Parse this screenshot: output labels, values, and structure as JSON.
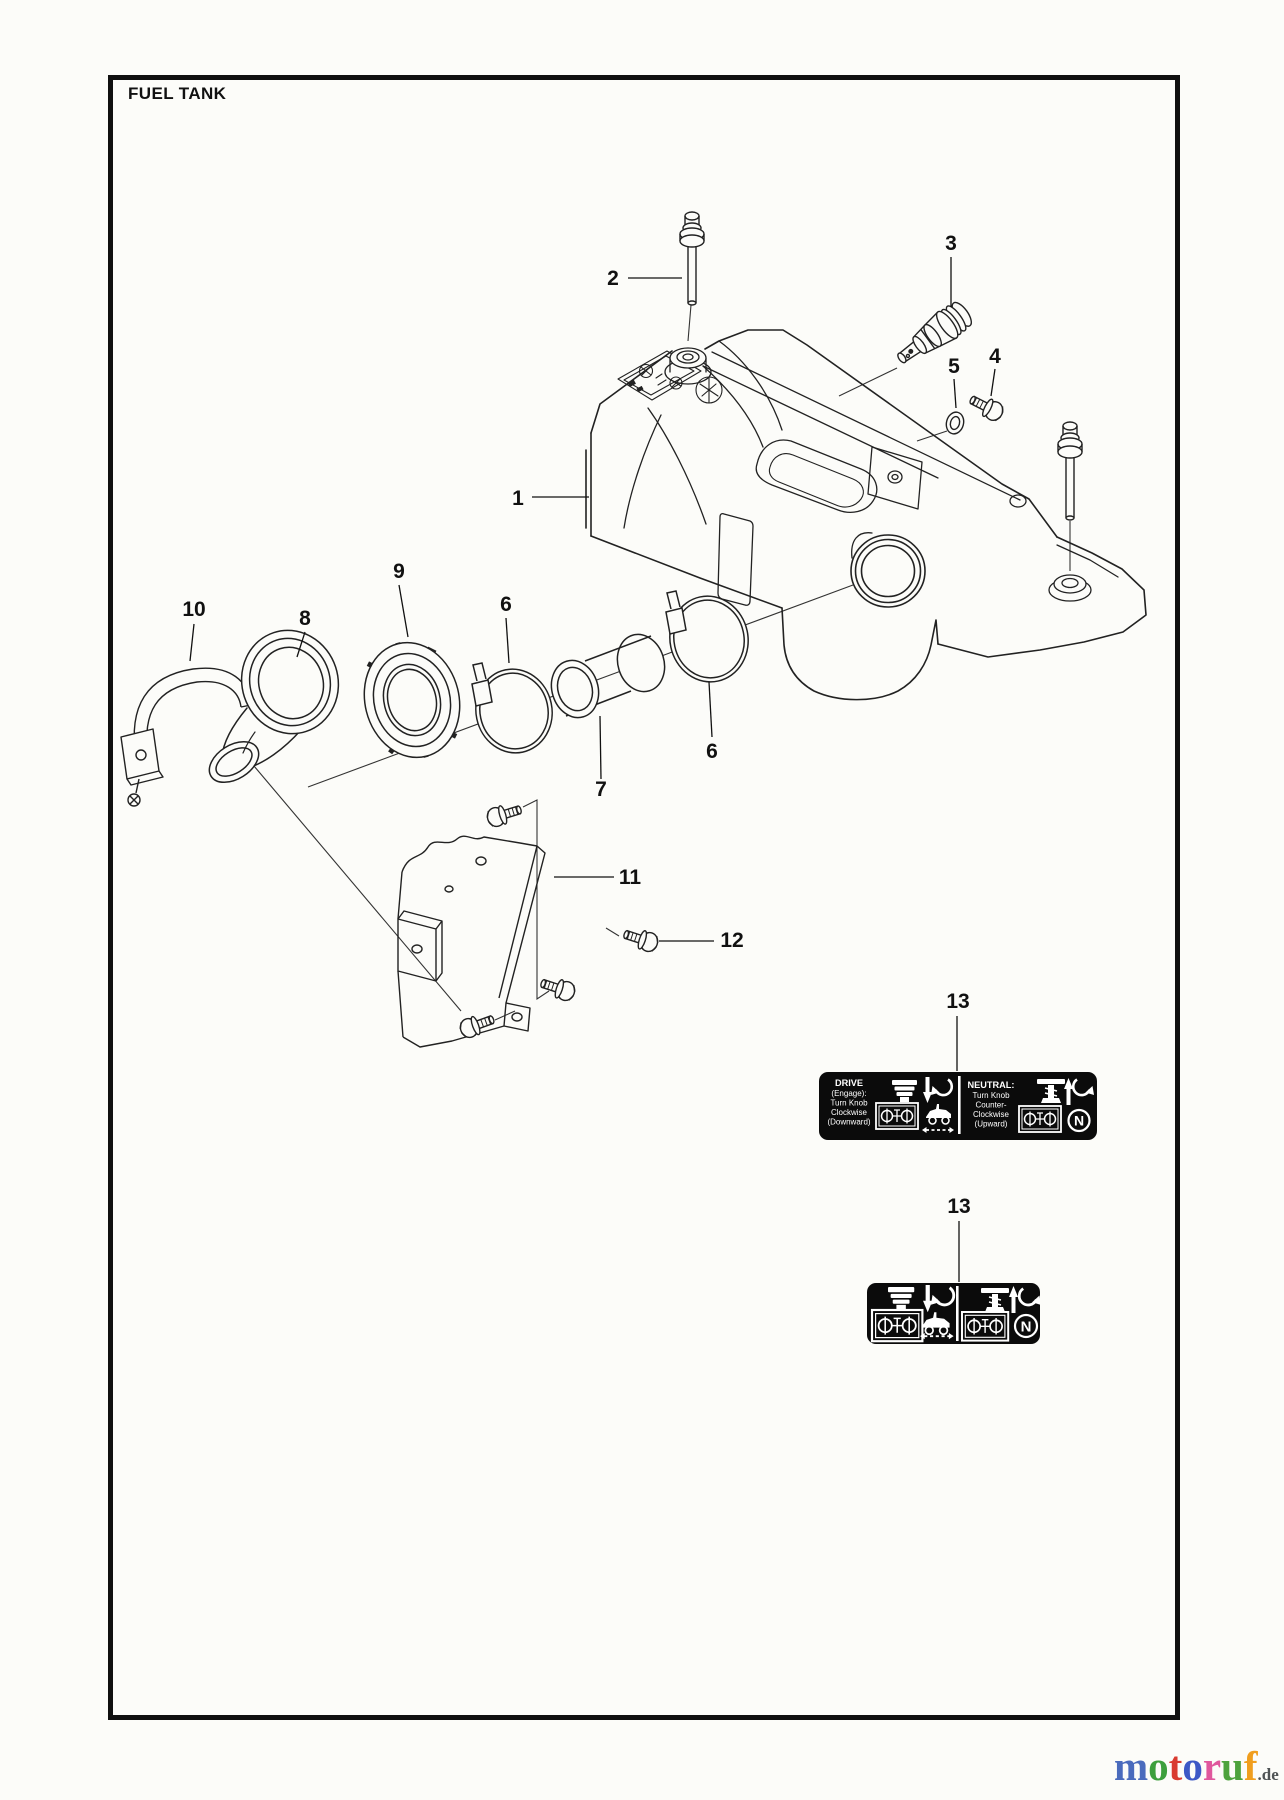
{
  "page": {
    "title": "FUEL TANK"
  },
  "callouts": {
    "c1": "1",
    "c2": "2",
    "c3": "3",
    "c4": "4",
    "c5": "5",
    "c6a": "6",
    "c6b": "6",
    "c7": "7",
    "c8": "8",
    "c9": "9",
    "c10": "10",
    "c11": "11",
    "c12": "12",
    "c13a": "13",
    "c13b": "13"
  },
  "decals": {
    "labeled": {
      "left": {
        "title": "DRIVE",
        "l1": "(Engage):",
        "l2": "Turn Knob",
        "l3": "Clockwise",
        "l4": "(Downward)"
      },
      "right": {
        "title": "NEUTRAL:",
        "l1": "Turn Knob",
        "l2": "Counter-",
        "l3": "Clockwise",
        "l4": "(Upward)"
      }
    },
    "neutral_symbol": "N"
  },
  "watermark": {
    "letters": [
      {
        "ch": "m",
        "color": "#4a6bbd"
      },
      {
        "ch": "o",
        "color": "#3d9f3d"
      },
      {
        "ch": "t",
        "color": "#d93b30"
      },
      {
        "ch": "o",
        "color": "#3c58c6"
      },
      {
        "ch": "r",
        "color": "#e0579d"
      },
      {
        "ch": "u",
        "color": "#4da23d"
      },
      {
        "ch": "f",
        "color": "#f09e1e"
      }
    ],
    "tld": ".de",
    "tld_color": "#4f5355"
  }
}
